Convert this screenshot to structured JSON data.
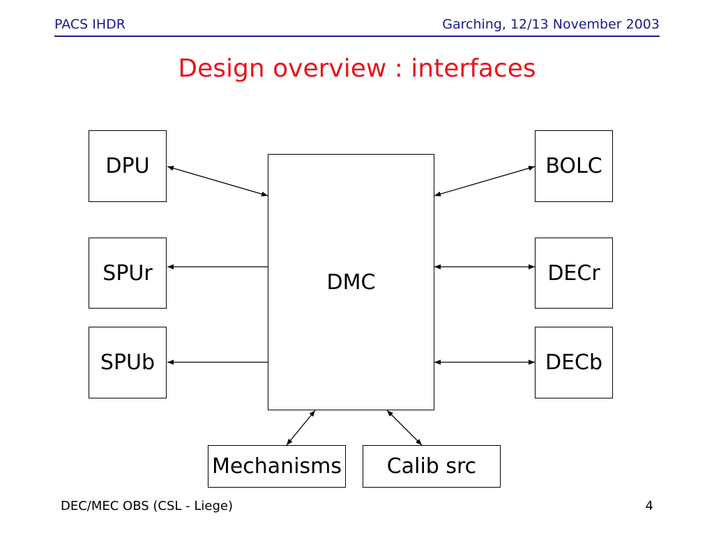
{
  "header": {
    "left": "PACS IHDR",
    "right": "Garching, 12/13 November 2003"
  },
  "title": "Design overview : interfaces",
  "diagram": {
    "boxes": {
      "dpu": "DPU",
      "spur": "SPUr",
      "spub": "SPUb",
      "dmc": "DMC",
      "bolc": "BOLC",
      "decr": "DECr",
      "decb": "DECb",
      "mechanisms": "Mechanisms",
      "calib_src": "Calib src"
    },
    "connections": [
      {
        "from": "DMC",
        "to": "DPU",
        "arrows": "both"
      },
      {
        "from": "DMC",
        "to": "SPUr",
        "arrows": "to"
      },
      {
        "from": "DMC",
        "to": "SPUb",
        "arrows": "to"
      },
      {
        "from": "DMC",
        "to": "BOLC",
        "arrows": "both"
      },
      {
        "from": "DMC",
        "to": "DECr",
        "arrows": "both"
      },
      {
        "from": "DMC",
        "to": "DECb",
        "arrows": "both"
      },
      {
        "from": "DMC",
        "to": "Mechanisms",
        "arrows": "both"
      },
      {
        "from": "DMC",
        "to": "Calib src",
        "arrows": "both"
      }
    ]
  },
  "footer": {
    "left": "DEC/MEC OBS (CSL - Liege)",
    "page_number": "4"
  },
  "colors": {
    "title": "#e8141b",
    "header": "#1a1a8c",
    "stroke": "#000000"
  }
}
